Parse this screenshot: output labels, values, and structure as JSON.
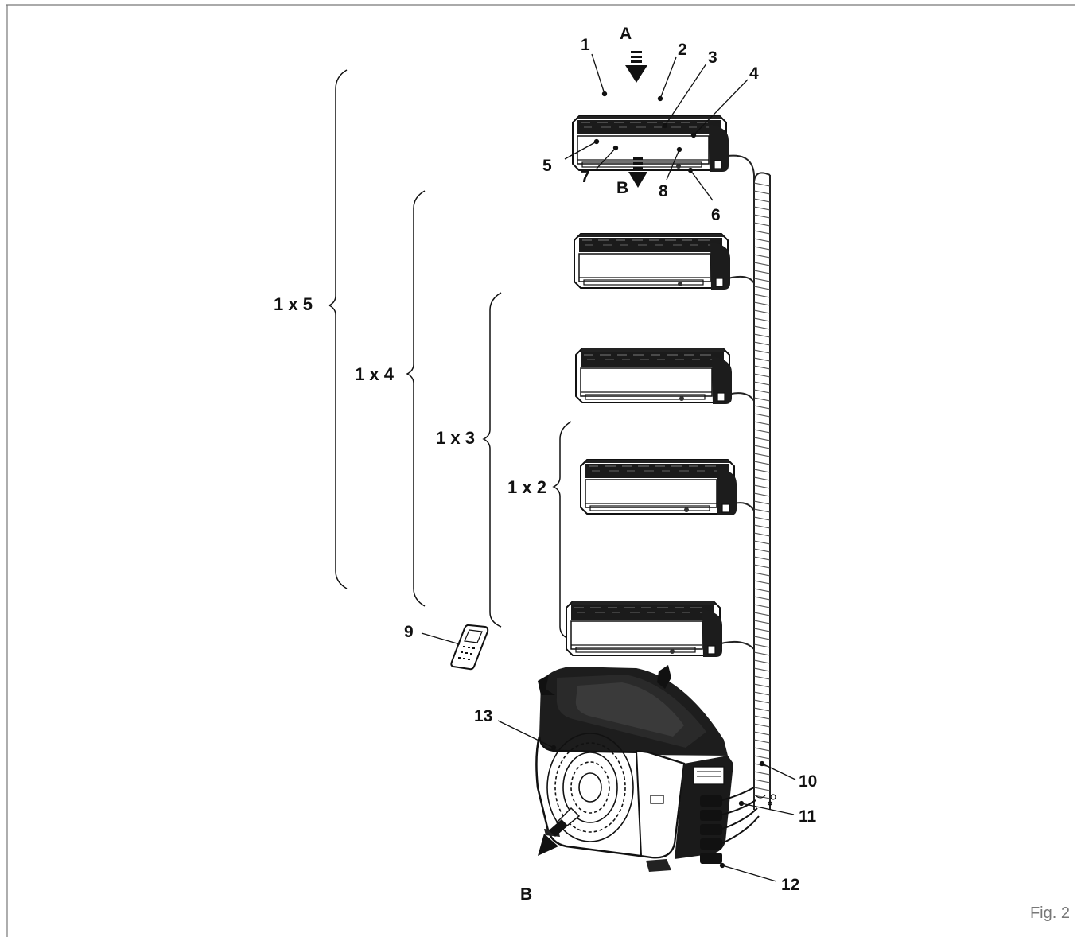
{
  "figure": {
    "caption": "Fig. 2"
  },
  "groups": {
    "g5": "1 x 5",
    "g4": "1 x 4",
    "g3": "1 x 3",
    "g2": "1 x 2"
  },
  "flow": {
    "inlet": "A",
    "outlet_indoor": "B",
    "outlet_outdoor": "B"
  },
  "callouts": {
    "c1": "1",
    "c2": "2",
    "c3": "3",
    "c4": "4",
    "c5": "5",
    "c6": "6",
    "c7": "7",
    "c8": "8",
    "c9": "9",
    "c10": "10",
    "c11": "11",
    "c12": "12",
    "c13": "13"
  }
}
